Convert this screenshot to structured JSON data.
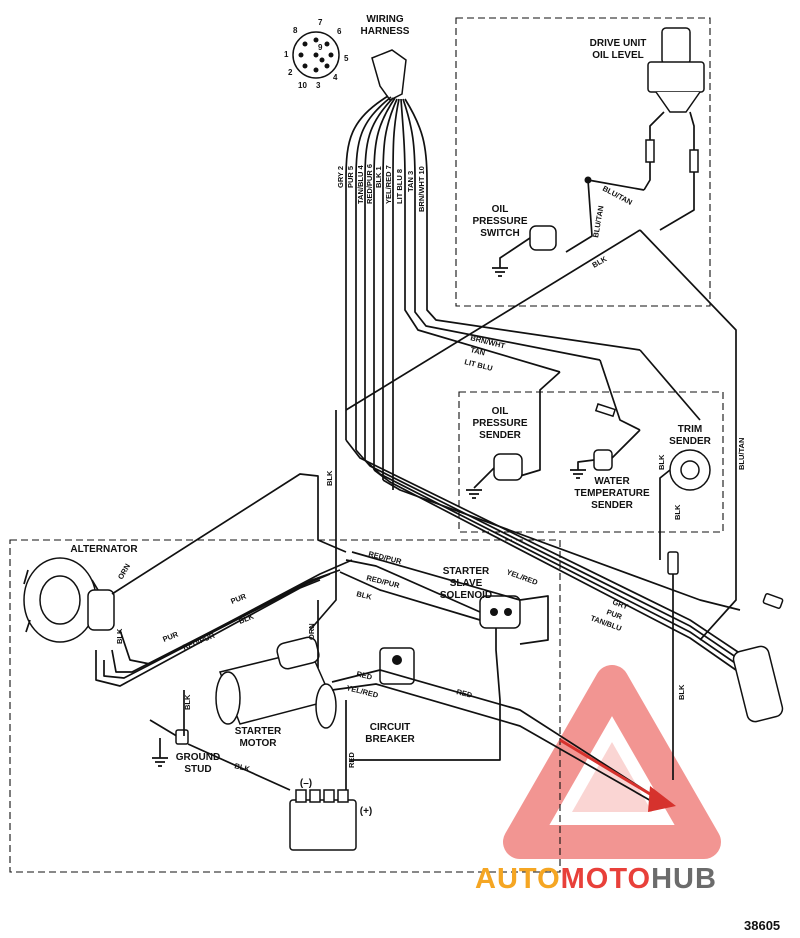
{
  "components": {
    "wiring_harness": [
      "WIRING",
      "HARNESS"
    ],
    "drive_unit_oil_level": [
      "DRIVE UNIT",
      "OIL LEVEL"
    ],
    "oil_pressure_switch": [
      "OIL",
      "PRESSURE",
      "SWITCH"
    ],
    "oil_pressure_sender": [
      "OIL",
      "PRESSURE",
      "SENDER"
    ],
    "water_temperature_sender": [
      "WATER",
      "TEMPERATURE",
      "SENDER"
    ],
    "trim_sender": [
      "TRIM",
      "SENDER"
    ],
    "alternator": [
      "ALTERNATOR"
    ],
    "starter_slave_solenoid": [
      "STARTER",
      "SLAVE",
      "SOLENOID"
    ],
    "starter_motor": [
      "STARTER",
      "MOTOR"
    ],
    "circuit_breaker": [
      "CIRCUIT",
      "BREAKER"
    ],
    "ground_stud": [
      "GROUND",
      "STUD"
    ],
    "battery_negative": "(–)",
    "battery_positive": "(+)"
  },
  "connector_pins": [
    "1",
    "2",
    "3",
    "4",
    "5",
    "6",
    "7",
    "8",
    "9",
    "10"
  ],
  "harness_wires": [
    "GRY 2",
    "PUR 5",
    "TAN/BLU 4",
    "RED/PUR 6",
    "BLK 1",
    "YEL/RED 7",
    "LIT BLU 8",
    "TAN 3",
    "BRN/WHT 10"
  ],
  "wire_labels": {
    "blu_tan_1": "BLU/TAN",
    "blu_tan_2": "BLU/TAN",
    "blu_tan_3": "BLU/TAN",
    "blk_1": "BLK",
    "blk_2": "BLK",
    "blk_3": "BLK",
    "blk_4": "BLK",
    "blk_5": "BLK",
    "blk_6": "BLK",
    "blk_7": "BLK",
    "blk_8": "BLK",
    "brn_wht": "BRN/WHT",
    "tan": "TAN",
    "lit_blu": "LIT BLU",
    "orn_1": "ORN",
    "orn_2": "ORN",
    "pur_1": "PUR",
    "pur_2": "PUR",
    "red_pur_1": "RED/PUR",
    "red_pur_2": "RED/PUR",
    "red_pur_3": "RED/PUR",
    "yel_red_1": "YEL/RED",
    "yel_red_2": "YEL/RED",
    "red_1": "RED",
    "red_2": "RED",
    "red_3": "RED",
    "gry": "GRY",
    "tan_blu": "TAN/BLU"
  },
  "figure_number": "38605",
  "watermark": {
    "part1": "AUTO",
    "part2": "MOTO",
    "part3": "HUB"
  },
  "colors": {
    "ink": "#111111",
    "watermark_red": "#e8403a",
    "watermark_orange": "#f5a623",
    "watermark_gray": "#6b6b6b"
  }
}
